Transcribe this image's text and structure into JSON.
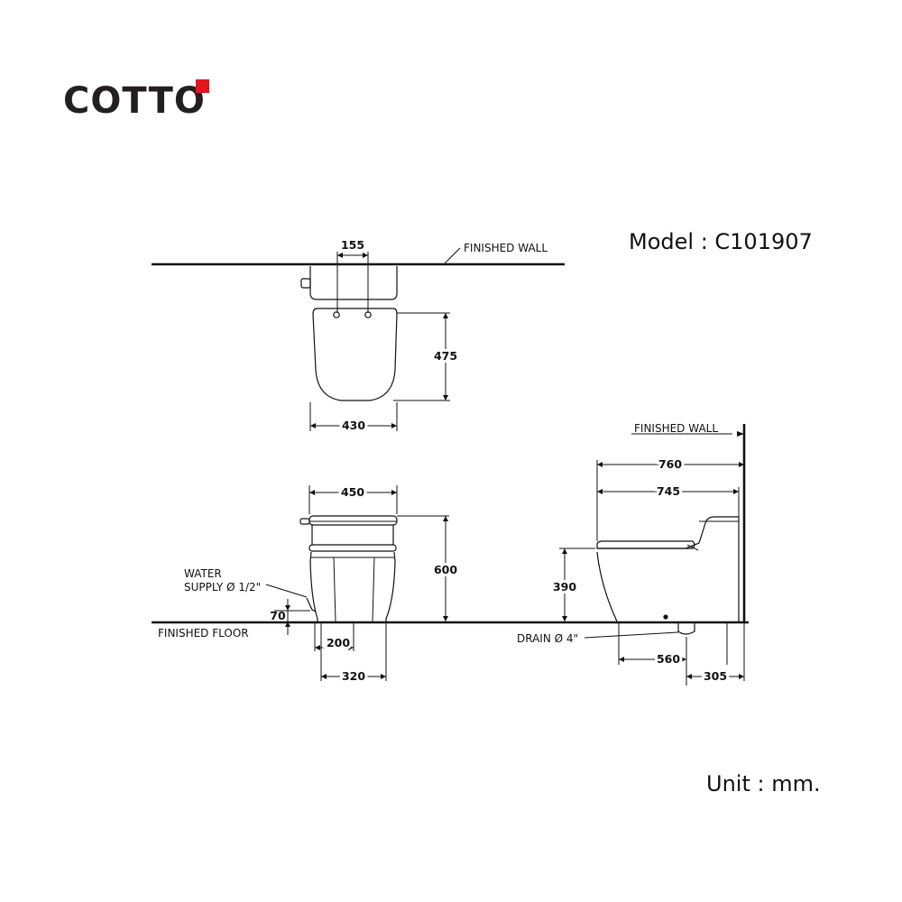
{
  "brand": {
    "logo_text": "COTTO",
    "mark_color": "#e3161d"
  },
  "model_label": "Model : C101907",
  "unit_label": "Unit : mm.",
  "diagram": {
    "labels": {
      "finished_wall_top": "FINISHED  WALL",
      "finished_wall_side": "FINISHED  WALL",
      "finished_floor": "FINISHED  FLOOR",
      "water_supply_line1": "WATER",
      "water_supply_line2": "SUPPLY Ø 1/2\"",
      "drain": "DRAIN Ø 4\""
    },
    "plan_view": {
      "dim_155": "155",
      "dim_475": "475",
      "dim_430": "430"
    },
    "front_view": {
      "dim_450": "450",
      "dim_600": "600",
      "dim_70": "70",
      "dim_200": "200",
      "dim_320": "320"
    },
    "side_view": {
      "dim_760": "760",
      "dim_745": "745",
      "dim_390": "390",
      "dim_560": "560",
      "dim_305": "305"
    }
  }
}
